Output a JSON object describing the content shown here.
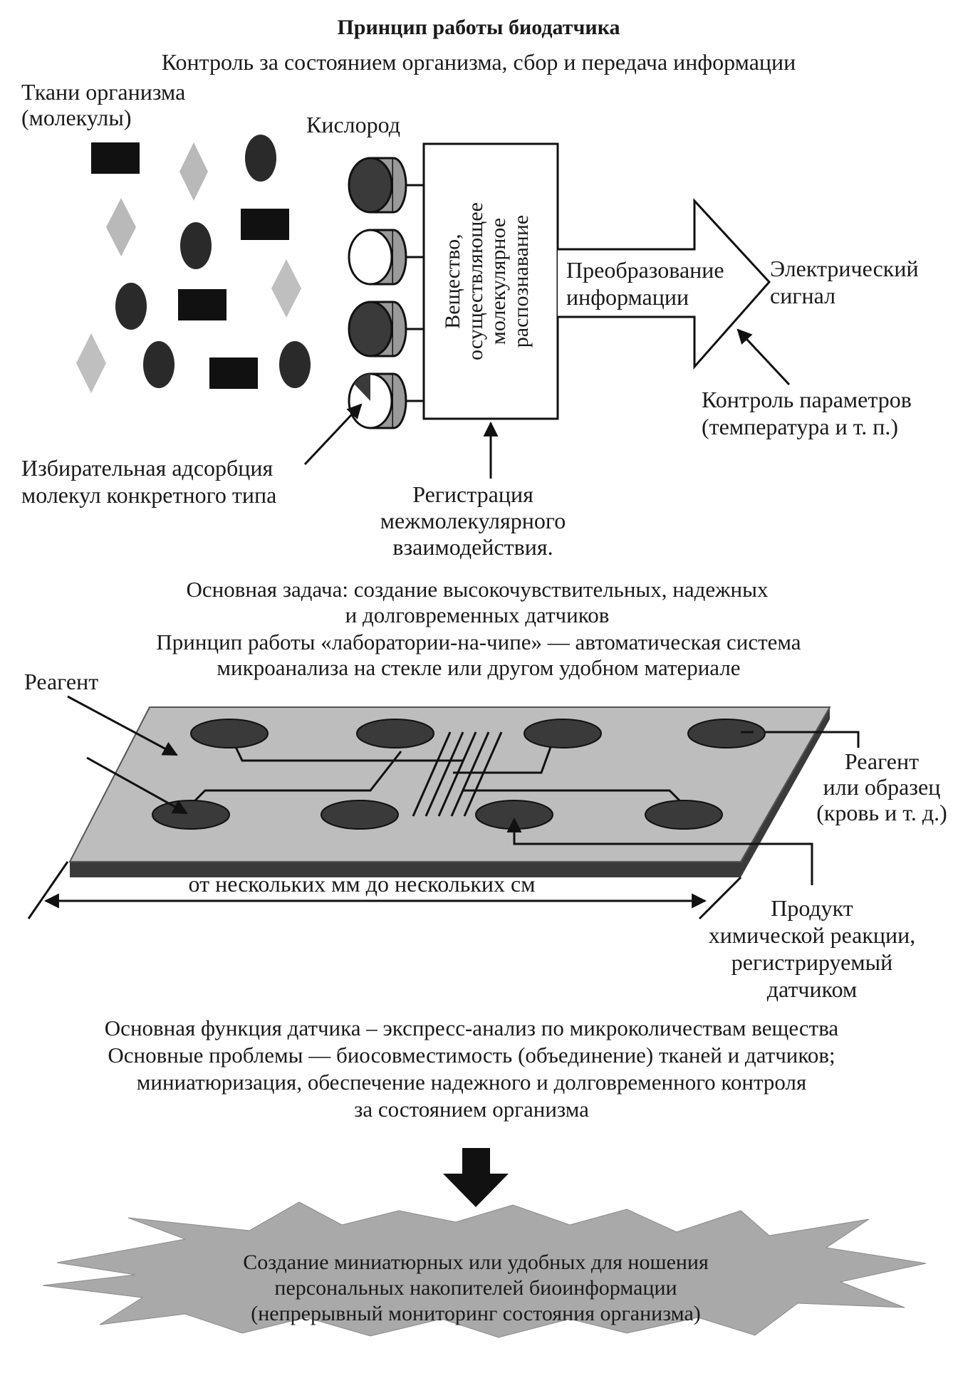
{
  "header": {
    "title": "Принцип  работы биодатчика",
    "subtitle": "Контроль за состоянием организма, сбор и передача информации"
  },
  "biosensor": {
    "tissue_label": [
      "Ткани организма",
      "(молекулы)"
    ],
    "oxygen_label": "Кислород",
    "box_label": [
      "Вещество,",
      "осуществляющее",
      "молекулярное",
      "распознавание"
    ],
    "arrow_label": [
      "Преобразование",
      "информации"
    ],
    "signal_label": [
      "Электрический",
      "сигнал"
    ],
    "control_label": [
      "Контроль параметров",
      "(температура и т. п.)"
    ],
    "adsorption_label": [
      "Избирательная адсорбция",
      "молекул конкретного типа"
    ],
    "registration_label": [
      "Регистрация",
      "межмолекулярного",
      "взаимодействия."
    ]
  },
  "task_text": {
    "lines": [
      "Основная задача: создание высокочувствительных, надежных",
      "и долговременных датчиков",
      "Принцип работы «лаборатории-на-чипе» — автоматическая система",
      "микроанализа на стекле или другом удобном материале"
    ]
  },
  "chip": {
    "reagent_label": "Реагент",
    "reagent_sample_label": [
      "Реагент",
      "или образец",
      "(кровь и т. д.)"
    ],
    "size_label": "от нескольких мм до нескольких см",
    "product_label": [
      "Продукт",
      "химической реакции,",
      "регистрируемый",
      "датчиком"
    ]
  },
  "function_text": {
    "lines": [
      "Основная функция датчика – экспресс-анализ по микроколичествам вещества",
      "Основные проблемы — биосовместимость (объединение) тканей и датчиков;",
      "миниатюризация, обеспечение надежного и долговременного контроля",
      "за состоянием организма"
    ]
  },
  "result": {
    "lines": [
      "Создание миниатюрных или удобных для ношения",
      "персональных накопителей биоинформации",
      "(непрерывный мониторинг состояния организма)"
    ]
  }
}
